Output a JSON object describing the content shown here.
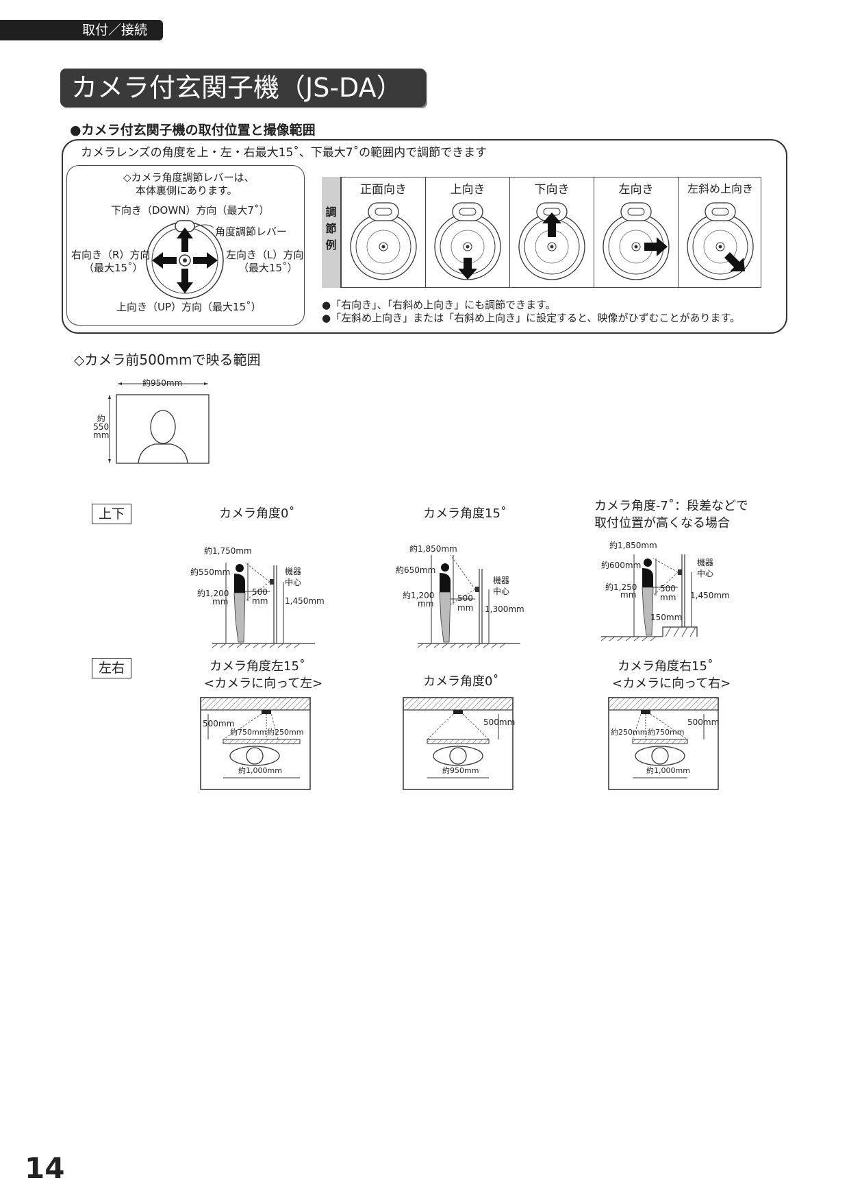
{
  "header": {
    "tag": "取付／接続",
    "title": "カメラ付玄関子機（JS-DA）"
  },
  "section1": {
    "heading": "●カメラ付玄関子機の取付位置と撮像範囲",
    "subtitle": "カメラレンズの角度を上・左・右最大15˚、下最大7˚の範囲内で調節できます",
    "lever": {
      "note_line1": "◇カメラ角度調節レバーは、",
      "note_line2": "本体裏側にあります。",
      "down": "下向き（DOWN）方向（最大7˚）",
      "lever_label": "角度調節レバー",
      "right_line1": "右向き（R）方向",
      "right_line2": "（最大15˚）",
      "left_line1": "左向き（L）方向",
      "left_line2": "（最大15˚）",
      "up": "上向き（UP）方向（最大15˚）"
    },
    "examples": {
      "label": [
        "調",
        "節",
        "例"
      ],
      "cells": [
        "正面向き",
        "上向き",
        "下向き",
        "左向き",
        "左斜め上向き"
      ]
    },
    "notes": [
      "●「右向き」、「右斜め上向き」にも調節できます。",
      "●「左斜め上向き」または「右斜め上向き」に設定すると、映像がひずむことがあります。"
    ]
  },
  "section2": {
    "heading": "◇カメラ前500mmで映る範囲",
    "frame_width": "約950mm",
    "frame_height": [
      "約",
      "550",
      "mm"
    ],
    "vertical": {
      "label": "上下",
      "cases": [
        {
          "caption": "カメラ角度0˚",
          "top": "約1,750mm",
          "face": "約550mm",
          "height_line1": "約1,200",
          "height_line2": "mm",
          "dist_line1": "500",
          "dist_line2": "mm",
          "center_line1": "機器",
          "center_line2": "中心",
          "mount": "1,450mm"
        },
        {
          "caption": "カメラ角度15˚",
          "top": "約1,850mm",
          "face": "約650mm",
          "height_line1": "約1,200",
          "height_line2": "mm",
          "dist_line1": "500",
          "dist_line2": "mm",
          "center_line1": "機器",
          "center_line2": "中心",
          "mount": "1,300mm"
        },
        {
          "caption_line1": "カメラ角度-7˚：段差などで",
          "caption_line2": "取付位置が高くなる場合",
          "top": "約1,850mm",
          "face": "約600mm",
          "height_line1": "約1,250",
          "height_line2": "mm",
          "dist_line1": "500",
          "dist_line2": "mm",
          "center_line1": "機器",
          "center_line2": "中心",
          "mount": "1,450mm",
          "step": "150mm"
        }
      ]
    },
    "horizontal": {
      "label": "左右",
      "cases": [
        {
          "caption_line1": "カメラ角度左15˚",
          "caption_line2": "<カメラに向って左>",
          "dist": "500mm",
          "a": "約750mm",
          "b": "約250mm",
          "width": "約1,000mm"
        },
        {
          "caption_line1": "カメラ角度0˚",
          "dist": "500mm",
          "width": "約950mm"
        },
        {
          "caption_line1": "カメラ角度右15˚",
          "caption_line2": "<カメラに向って右>",
          "dist": "500mm",
          "a": "約250mm",
          "b": "約750mm",
          "width": "約1,000mm"
        }
      ]
    }
  },
  "page_number": "14"
}
